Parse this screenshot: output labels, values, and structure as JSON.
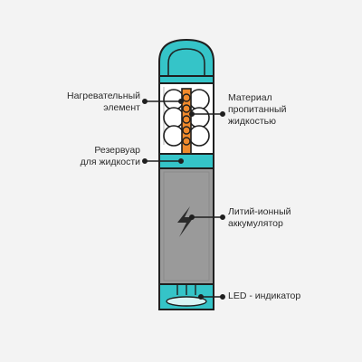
{
  "labels": {
    "heating_element": [
      "Нагревательный",
      "элемент"
    ],
    "wick_material": [
      "Материал",
      "пропитанный",
      "жидкостью"
    ],
    "liquid_reservoir": [
      "Резервуар",
      "для жидкости"
    ],
    "battery": [
      "Литий-ионный",
      "аккумулятор"
    ],
    "led": [
      "LED - индикатор"
    ]
  },
  "colors": {
    "background": "#f3f3f3",
    "teal": "#35c4c8",
    "battery_body": "#9a9a9a",
    "coil": "#f08a2c",
    "outline": "#1f1f1f"
  },
  "icons": {
    "battery_symbol": "lightning-bolt-icon"
  }
}
